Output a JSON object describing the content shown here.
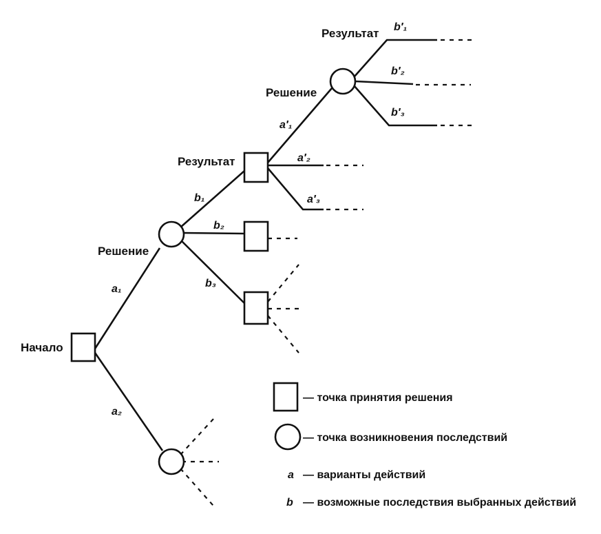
{
  "labels": {
    "start": "Начало",
    "decision_1": "Решение",
    "decision_2": "Решение",
    "result_1": "Результат",
    "result_2": "Результат"
  },
  "actions": {
    "a1": "a₁",
    "a2": "a₂",
    "a1_prime": "a′₁",
    "a2_prime": "a′₂",
    "a3_prime": "a′₃"
  },
  "outcomes": {
    "b1": "b₁",
    "b2": "b₂",
    "b3": "b₃",
    "b1_prime": "b′₁",
    "b2_prime": "b′₂",
    "b3_prime": "b′₃"
  },
  "legend": {
    "square_text": "— точка принятия решения",
    "circle_text": "— точка возникновения последствий",
    "a_symbol": "a",
    "a_text": "— варианты действий",
    "b_symbol": "b",
    "b_text": "— возможные последствия выбранных действий"
  }
}
